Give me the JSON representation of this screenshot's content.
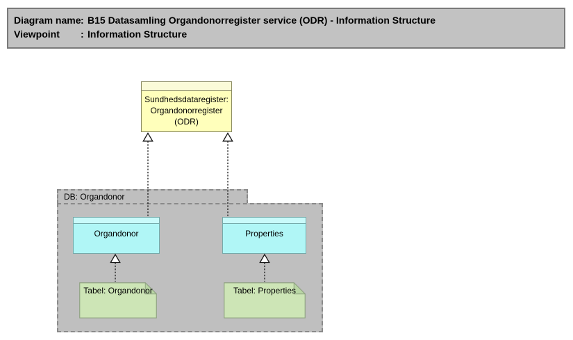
{
  "header": {
    "rows": [
      {
        "label": "Diagram name",
        "separator": ":",
        "value": "B15 Datasamling Organdonorregister service (ODR) - Information Structure"
      },
      {
        "label": "Viewpoint",
        "separator": ":",
        "value": "Information Structure"
      }
    ]
  },
  "diagram": {
    "service": {
      "label": "Sundhedsdataregister:\nOrgandonorregister\n(ODR)"
    },
    "grouping": {
      "label": "DB: Organdonor"
    },
    "entities": [
      {
        "label": "Organdonor"
      },
      {
        "label": "Properties"
      }
    ],
    "tables": [
      {
        "label": "Tabel: Organdonor"
      },
      {
        "label": "Tabel: Properties"
      }
    ]
  },
  "colors": {
    "header_bg": "#c2c2c2",
    "header_border": "#7a7a7a",
    "grouping_fill": "#bfbfbf",
    "grouping_border": "#8a8a8a",
    "service_fill": "#ffffbb",
    "service_strip": "#fbfbd8",
    "service_border": "#8b8b62",
    "entity_fill": "#b0f6f6",
    "entity_strip": "#c9fafa",
    "entity_border": "#76aaaa",
    "note_fill": "#cde5b6",
    "note_fold": "#b9d6a4",
    "note_border": "#90a382",
    "connector": "#161616"
  }
}
